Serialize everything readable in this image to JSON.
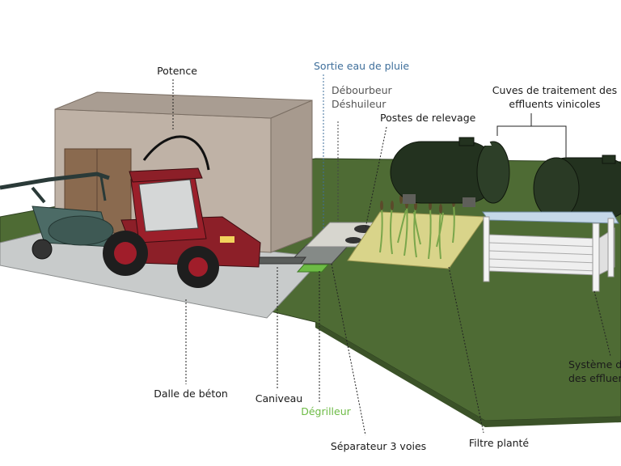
{
  "labels": {
    "potence": "Potence",
    "sortie_eau_de_pluie": "Sortie eau de pluie",
    "debourbeur": "Débourbeur",
    "deshuileur": "Déshuileur",
    "postes_de_relevage": "Postes de relevage",
    "cuves_line1": "Cuves de traitement des",
    "cuves_line2": "effluents vinicoles",
    "systeme_line1": "Système d",
    "systeme_line2": "des effluen",
    "dalle_de_beton": "Dalle de béton",
    "caniveau": "Caniveau",
    "degrilleur": "Dégrilleur",
    "separateur": "Séparateur 3 voies",
    "filtre_plante": "Filtre planté"
  },
  "colors": {
    "ground": "#4e6b34",
    "slab": "#c8cbcb",
    "building": "#bfb2a6",
    "tank": "#23321f",
    "tractor_red": "#8c1f28",
    "label_blue": "#3f6f9b",
    "label_green": "#6dbb45",
    "label_grey": "#555555"
  }
}
